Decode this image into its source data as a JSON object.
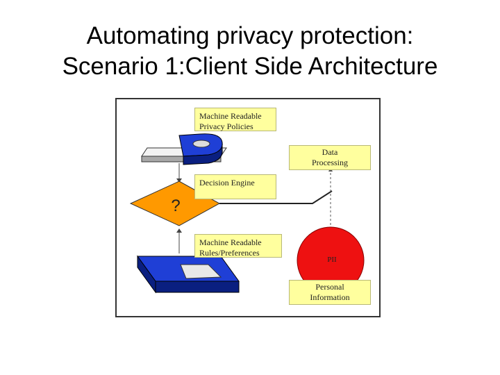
{
  "slide": {
    "title_line1": "Automating privacy protection:",
    "title_line2": "Scenario 1:Client Side Architecture"
  },
  "diagram": {
    "policies_label": [
      "Machine Readable",
      "Privacy Policies"
    ],
    "data_processing_label": [
      "Data",
      "Processing"
    ],
    "decision_engine_label": "Decision Engine",
    "question_mark": "?",
    "rules_label": [
      "Machine Readable",
      "Rules/Preferences"
    ],
    "pii_label": "PII",
    "personal_info_label": [
      "Personal",
      "Information"
    ],
    "colors": {
      "diamond": "#ff9900",
      "blue_shape": "#1f3fd6",
      "pii_circle": "#ee1111",
      "label_fill": "#ffff9e"
    }
  }
}
